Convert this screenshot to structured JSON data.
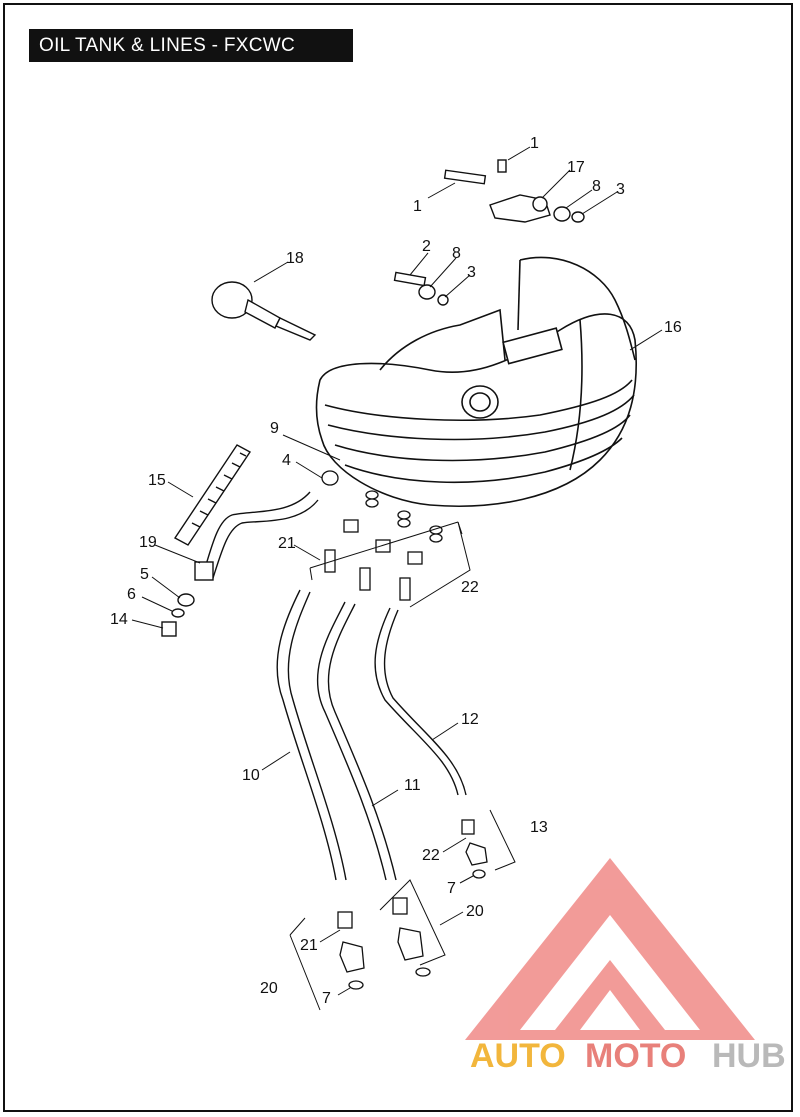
{
  "title": "OIL TANK & LINES - FXCWC",
  "callouts": [
    "1",
    "1",
    "17",
    "8",
    "3",
    "2",
    "8",
    "3",
    "18",
    "16",
    "9",
    "4",
    "15",
    "21",
    "22",
    "19",
    "5",
    "6",
    "14",
    "12",
    "10",
    "11",
    "13",
    "22",
    "7",
    "20",
    "21",
    "20",
    "7"
  ],
  "watermark": {
    "auto": "AUTO",
    "moto": "MOTO",
    "hub": "HUB",
    "auto_color": "#f2b63c",
    "moto_color": "#e8807a",
    "hub_color": "#b9b9b9",
    "logo_color": "#f08a87"
  }
}
